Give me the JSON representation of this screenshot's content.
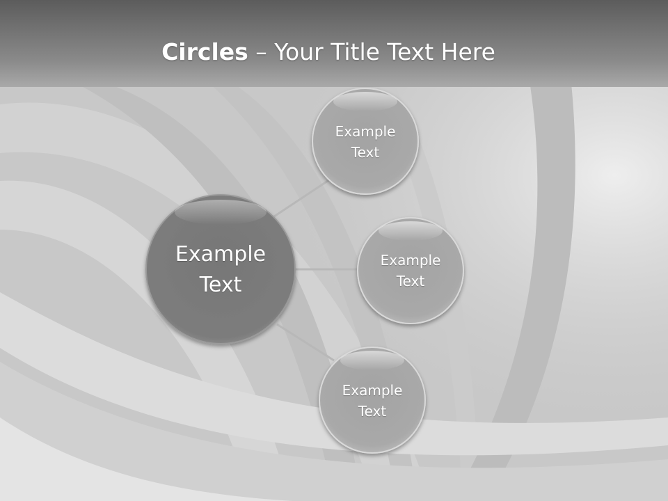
{
  "slide": {
    "title_bold": "Circles",
    "title_separator": " – ",
    "title_rest": "Your Title Text Here"
  },
  "diagram": {
    "center": {
      "label_line1": "Example",
      "label_line2": "Text"
    },
    "satellites": [
      {
        "label_line1": "Example",
        "label_line2": "Text"
      },
      {
        "label_line1": "Example",
        "label_line2": "Text"
      },
      {
        "label_line1": "Example",
        "label_line2": "Text"
      }
    ]
  },
  "colors": {
    "header_dark": "#5e5e5e",
    "background": "#c9c9c9",
    "center_circle": "#7a7a7a",
    "satellite_circle": "#a8a8a8",
    "connector": "#b5b5b5"
  }
}
